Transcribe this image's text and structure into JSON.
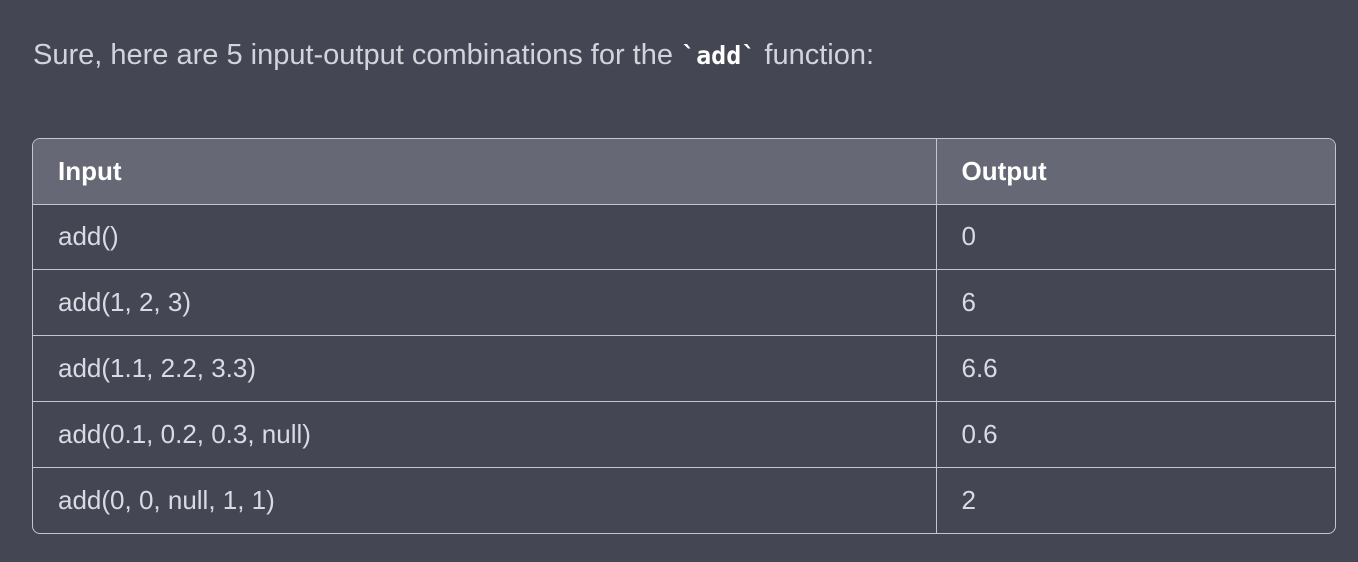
{
  "message": {
    "intro_prefix": "Sure, here are 5 input-output combinations for the ",
    "intro_code": "`add`",
    "intro_suffix": " function:"
  },
  "table": {
    "headers": [
      "Input",
      "Output"
    ],
    "rows": [
      [
        "add()",
        "0"
      ],
      [
        "add(1, 2, 3)",
        "6"
      ],
      [
        "add(1.1, 2.2, 3.3)",
        "6.6"
      ],
      [
        "add(0.1, 0.2, 0.3, null)",
        "0.6"
      ],
      [
        "add(0, 0, null, 1, 1)",
        "2"
      ]
    ]
  }
}
